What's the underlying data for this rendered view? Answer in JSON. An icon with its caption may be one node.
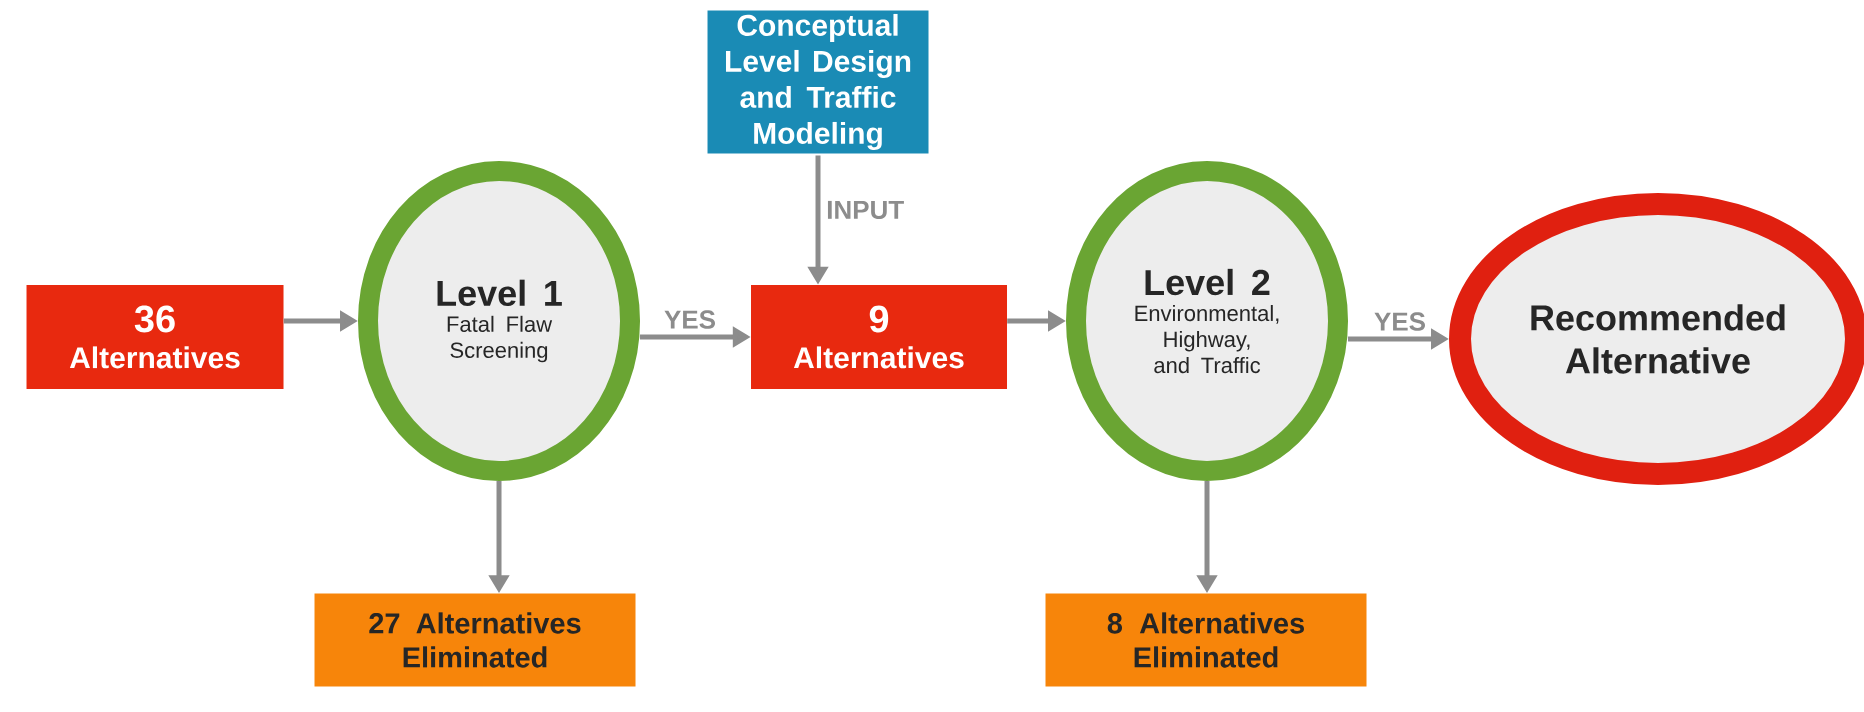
{
  "diagram": {
    "nodes": [
      {
        "text": [
          "36",
          "Alternatives"
        ]
      },
      {
        "text": [
          "Level 1",
          "Fatal Flaw Screening"
        ]
      },
      {
        "text": [
          "Conceptual Level Design and Traffic Modeling"
        ]
      },
      {
        "text": [
          "9",
          "Alternatives"
        ]
      },
      {
        "text": [
          "Level 2",
          "Environmental, Highway, and Traffic"
        ]
      },
      {
        "text": [
          "Recommended Alternative"
        ]
      },
      {
        "text": [
          "27 Alternatives Eliminated"
        ]
      },
      {
        "text": [
          "8 Alternatives Eliminated"
        ]
      }
    ],
    "edges": [
      {
        "from": 0,
        "to": 1,
        "arrow": "to"
      },
      {
        "from": 1,
        "to": 3,
        "arrow": "to",
        "label": "YES"
      },
      {
        "from": 2,
        "to": 3,
        "arrow": "to",
        "label": "INPUT"
      },
      {
        "from": 3,
        "to": 4,
        "arrow": "to"
      },
      {
        "from": 4,
        "to": 5,
        "arrow": "to",
        "label": "YES"
      },
      {
        "from": 1,
        "to": 6,
        "arrow": "to"
      },
      {
        "from": 4,
        "to": 7,
        "arrow": "to"
      }
    ]
  }
}
